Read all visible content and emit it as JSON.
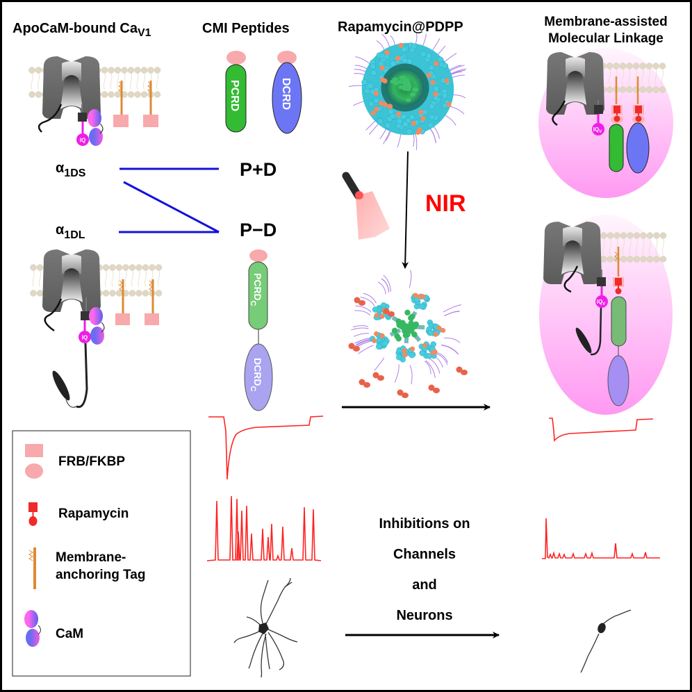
{
  "titles": {
    "col1": "ApoCaM-bound Ca",
    "col1_sub": "V1",
    "col2": "CMI Peptides",
    "col3": "Rapamycin@PDPP",
    "col4_line1": "Membrane-assisted",
    "col4_line2": "Molecular Linkage"
  },
  "peptides": {
    "pcrd": "PCRD",
    "dcrd": "DCRD",
    "pcrd_c": "PCRD",
    "dcrd_c": "DCRD",
    "sub_c": "C"
  },
  "variants": {
    "alpha": "α",
    "ds_sub": "1DS",
    "dl_sub": "1DL",
    "p_plus_d": "P+D",
    "p_minus_d": "P−D"
  },
  "iq_label": "IQ",
  "iqv_label": "IQ",
  "iqv_sub": "V",
  "nir_label": "NIR",
  "inhibition_text": [
    "Inhibitions on",
    "Channels",
    "and",
    "Neurons"
  ],
  "legend": {
    "items": [
      {
        "icon": "frb-fkbp-icon",
        "label": "FRB/FKBP"
      },
      {
        "icon": "rapamycin-icon",
        "label": "Rapamycin"
      },
      {
        "icon": "membrane-tag-icon",
        "label_line1": "Membrane-",
        "label_line2": "anchoring Tag"
      },
      {
        "icon": "cam-icon",
        "label": "CaM"
      }
    ]
  },
  "colors": {
    "pcrd_green": "#33bb33",
    "dcrd_blue": "#6c76f5",
    "pcrd_c_green": "#77cc77",
    "dcrd_c_purple": "#aaa3f0",
    "frb_pink": "#f7a9ac",
    "rapamycin_red": "#ee2a2a",
    "iq_magenta": "#ee1ee8",
    "tag_orange": "#dd8a33",
    "line_blue": "#1111dd",
    "nir_red": "#ff0000",
    "trace_red": "#ff2222",
    "lipid_beige": "#e0d8c4",
    "cell_pink": "#ff9ff5",
    "particle_cyan": "#3cc3d6",
    "particle_green": "#2eaa55",
    "particle_orange": "#f38a60"
  }
}
